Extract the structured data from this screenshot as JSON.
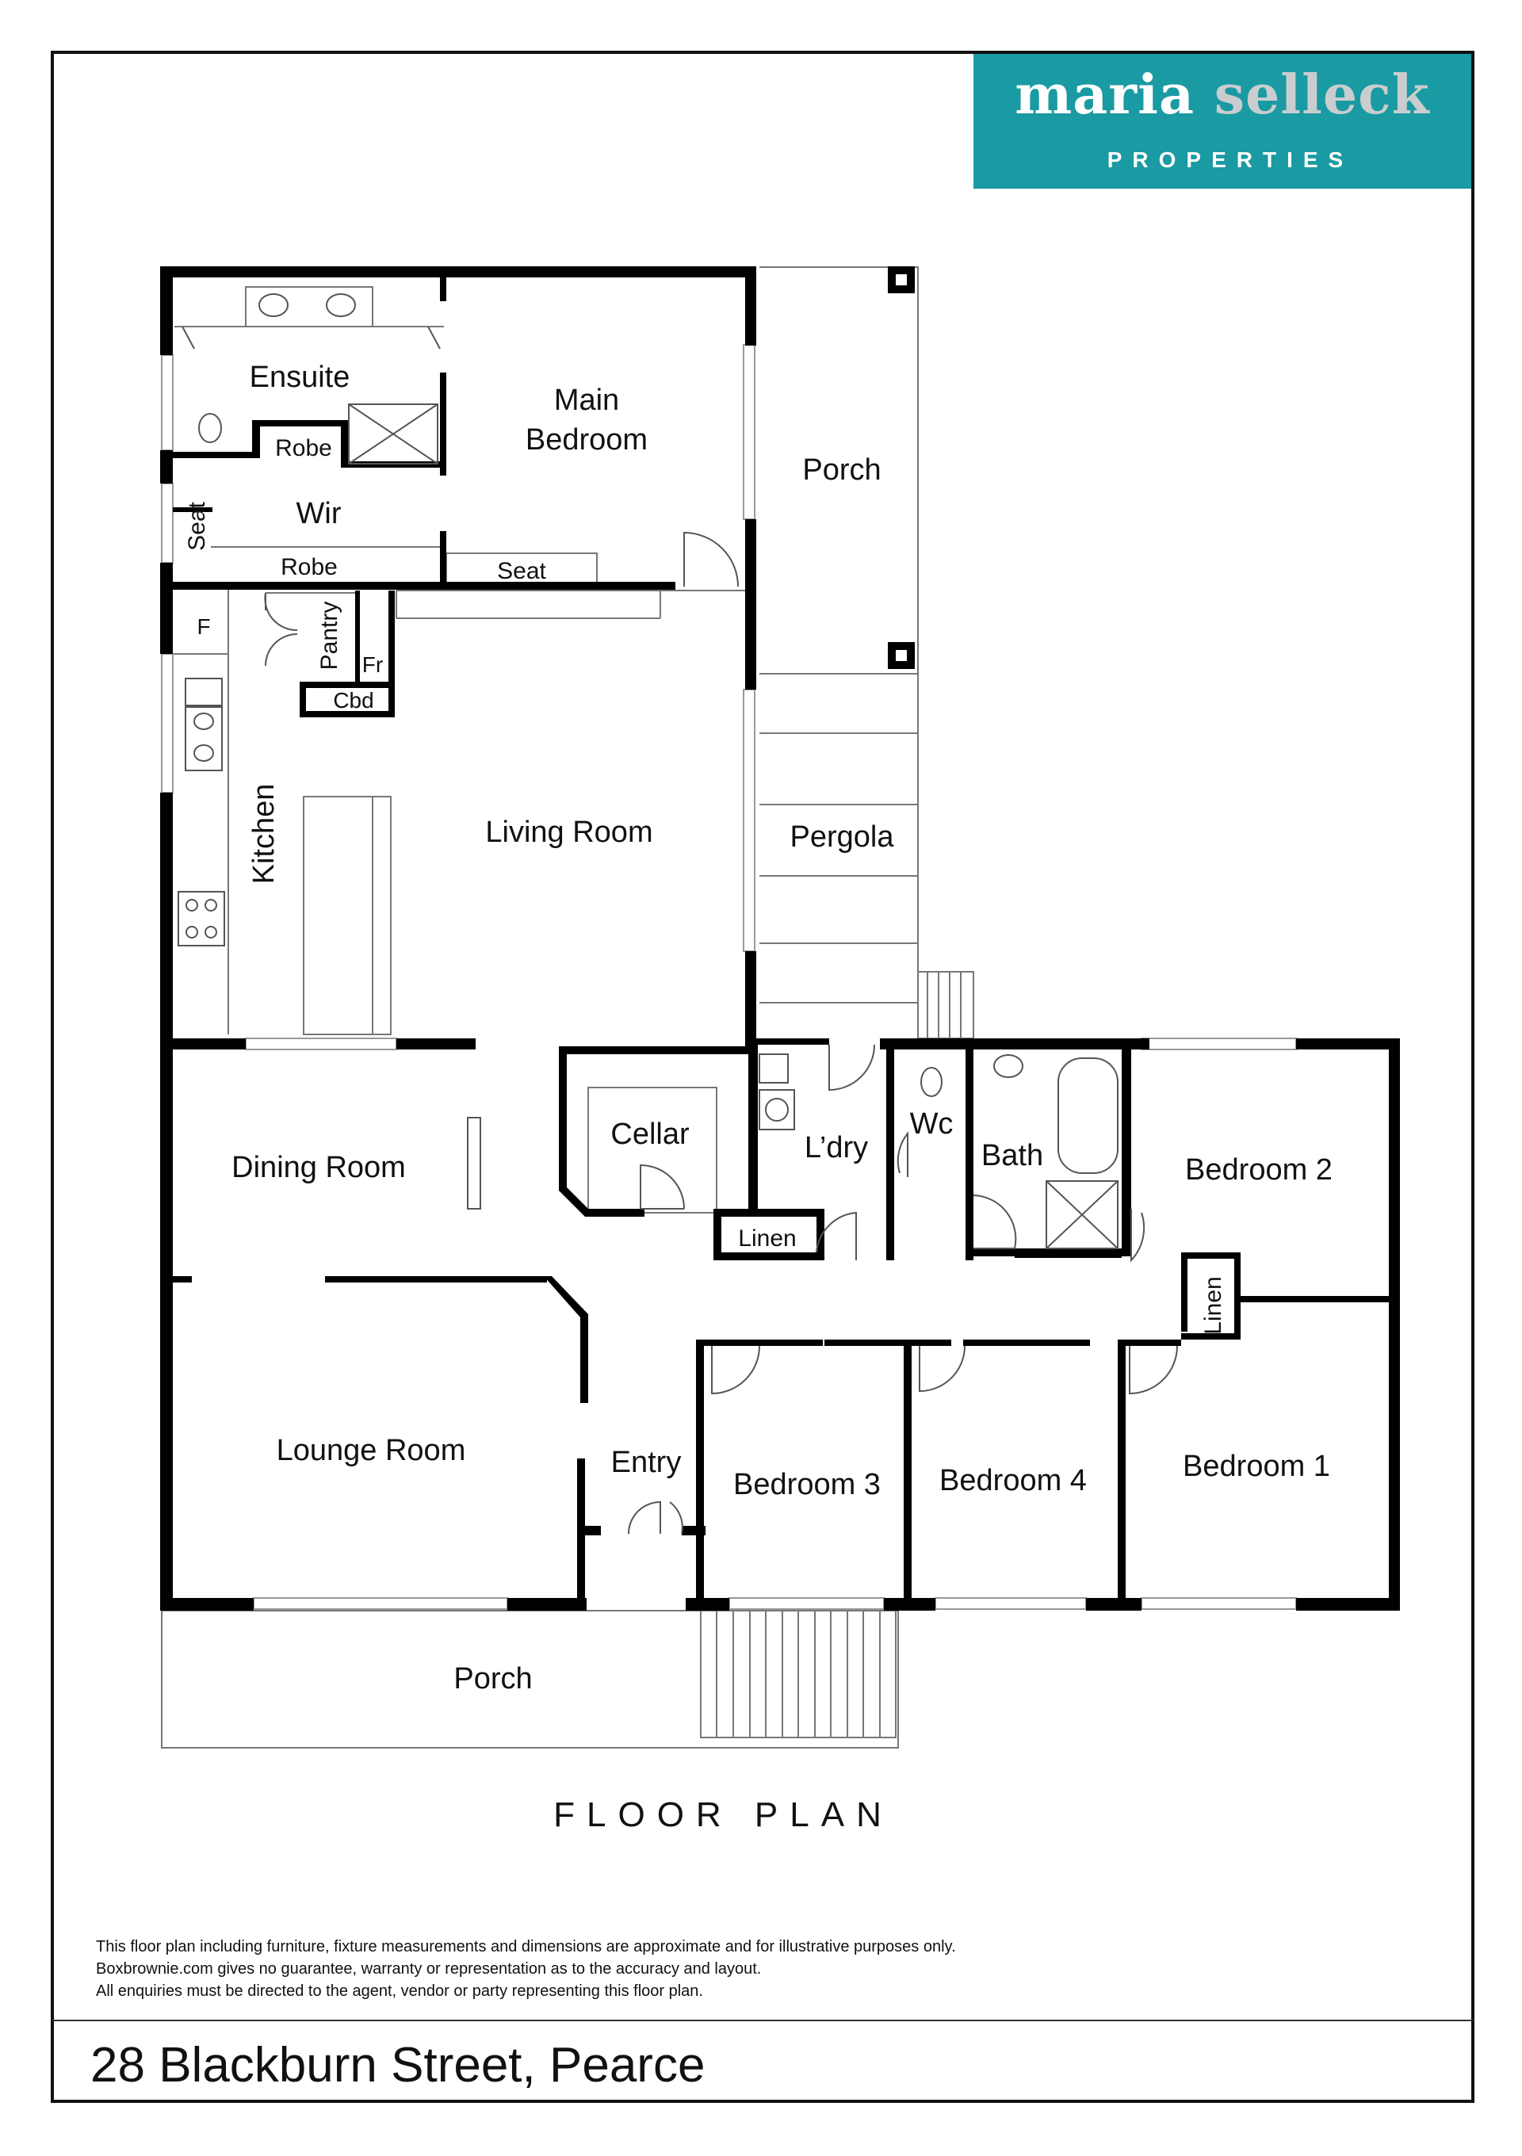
{
  "brand": {
    "name_part1": "maria",
    "name_part2": "selleck",
    "subtitle": "PROPERTIES",
    "color_teal": "#1a9aa2",
    "color_grey": "#c9cdcf"
  },
  "rooms": {
    "ensuite": "Ensuite",
    "robe_ensuite": "Robe",
    "main_bedroom_l1": "Main",
    "main_bedroom_l2": "Bedroom",
    "wir": "Wir",
    "seat_wir": "Seat",
    "robe_wir": "Robe",
    "seat_main": "Seat",
    "porch_side": "Porch",
    "fridge": "F",
    "pantry": "Pantry",
    "fr": "Fr",
    "cbd": "Cbd",
    "kitchen": "Kitchen",
    "living_room": "Living Room",
    "pergola": "Pergola",
    "cellar": "Cellar",
    "laundry": "L’dry",
    "wc": "Wc",
    "bath": "Bath",
    "bedroom_2": "Bedroom 2",
    "dining_room": "Dining Room",
    "linen_hall": "Linen",
    "linen_bed": "Linen",
    "lounge_room": "Lounge Room",
    "entry": "Entry",
    "bedroom_3": "Bedroom 3",
    "bedroom_4": "Bedroom 4",
    "bedroom_1": "Bedroom 1",
    "porch_front": "Porch"
  },
  "plan_title": "FLOOR PLAN",
  "disclaimer": [
    "This floor plan including furniture, fixture measurements and dimensions are approximate and for illustrative purposes only.",
    "Boxbrownie.com gives no guarantee, warranty or representation as to the accuracy and layout.",
    "All enquiries must be directed to the agent, vendor or party representing this floor plan."
  ],
  "address": "28 Blackburn Street, Pearce"
}
